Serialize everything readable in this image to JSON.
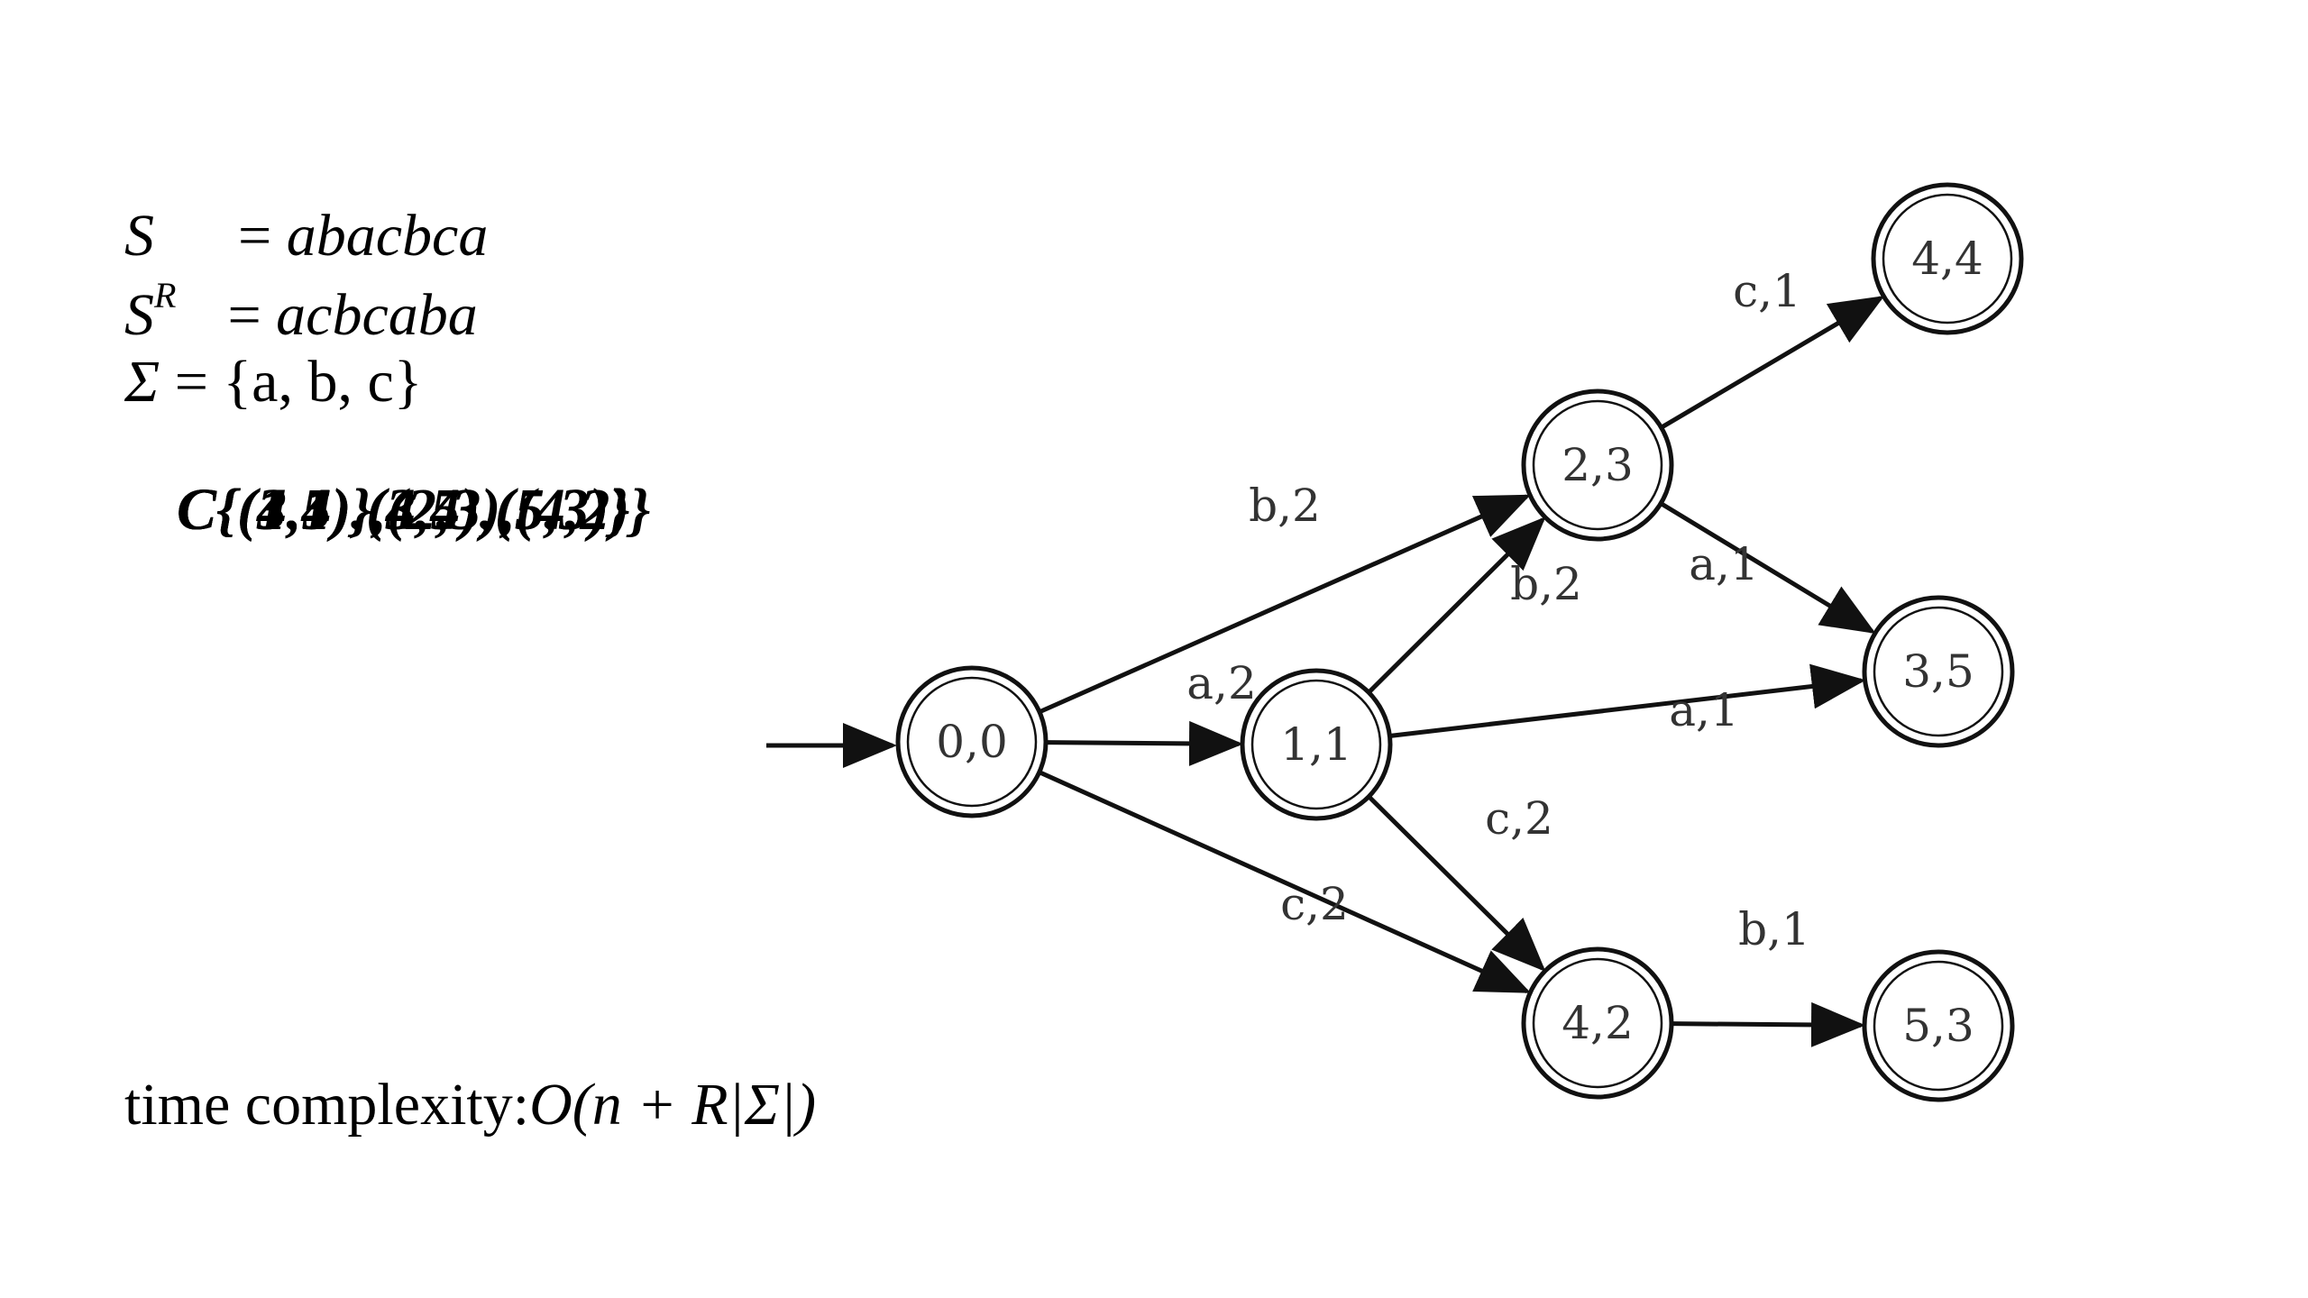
{
  "equations": {
    "s_lhs": "S",
    "s_rhs": "abacbca",
    "sr_lhs": "S",
    "sr_sup": "R",
    "sr_rhs": "acbcaba",
    "sigma_lhs": "Σ",
    "sigma_rhs": "{a, b, c}",
    "equals": "="
  },
  "overlapping_text": {
    "layers": [
      "C{(1,1)},(2,3),(4,2)}",
      "C{(3,5),(4,4),(5,3)}",
      "C{(4,4),(3,5),(5,3)}"
    ]
  },
  "complexity": {
    "label": "time complexity:",
    "formula": "O(n + R|Σ|)"
  },
  "diagram": {
    "states": [
      {
        "id": "s00",
        "label": "0,0"
      },
      {
        "id": "s11",
        "label": "1,1"
      },
      {
        "id": "s23",
        "label": "2,3"
      },
      {
        "id": "s42",
        "label": "4,2"
      },
      {
        "id": "s44",
        "label": "4,4"
      },
      {
        "id": "s35",
        "label": "3,5"
      },
      {
        "id": "s53",
        "label": "5,3"
      }
    ],
    "edges": [
      {
        "from": "s00",
        "to": "s11",
        "label": "a,2"
      },
      {
        "from": "s00",
        "to": "s23",
        "label": "b,2"
      },
      {
        "from": "s00",
        "to": "s42",
        "label": "c,2"
      },
      {
        "from": "s11",
        "to": "s23",
        "label": "b,2"
      },
      {
        "from": "s11",
        "to": "s35",
        "label": "a,1"
      },
      {
        "from": "s11",
        "to": "s42",
        "label": "c,2"
      },
      {
        "from": "s23",
        "to": "s44",
        "label": "c,1"
      },
      {
        "from": "s23",
        "to": "s35",
        "label": "a,1"
      },
      {
        "from": "s42",
        "to": "s53",
        "label": "b,1"
      }
    ],
    "start_state": "s00"
  }
}
